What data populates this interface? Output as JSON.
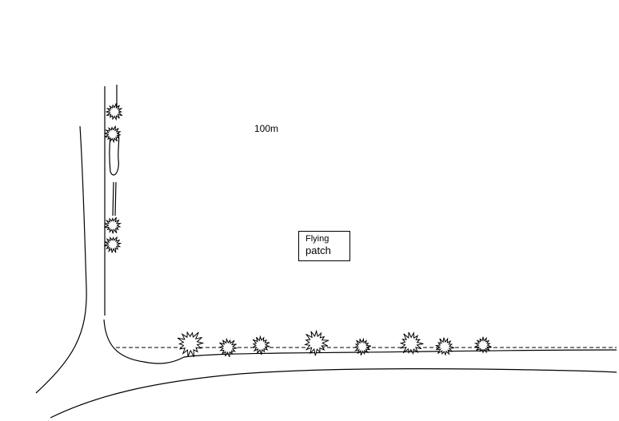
{
  "map": {
    "scale_label": "100m",
    "area_label_line1": "Flying",
    "area_label_line2": "patch",
    "line_color": "#000000",
    "background": "#ffffff"
  }
}
